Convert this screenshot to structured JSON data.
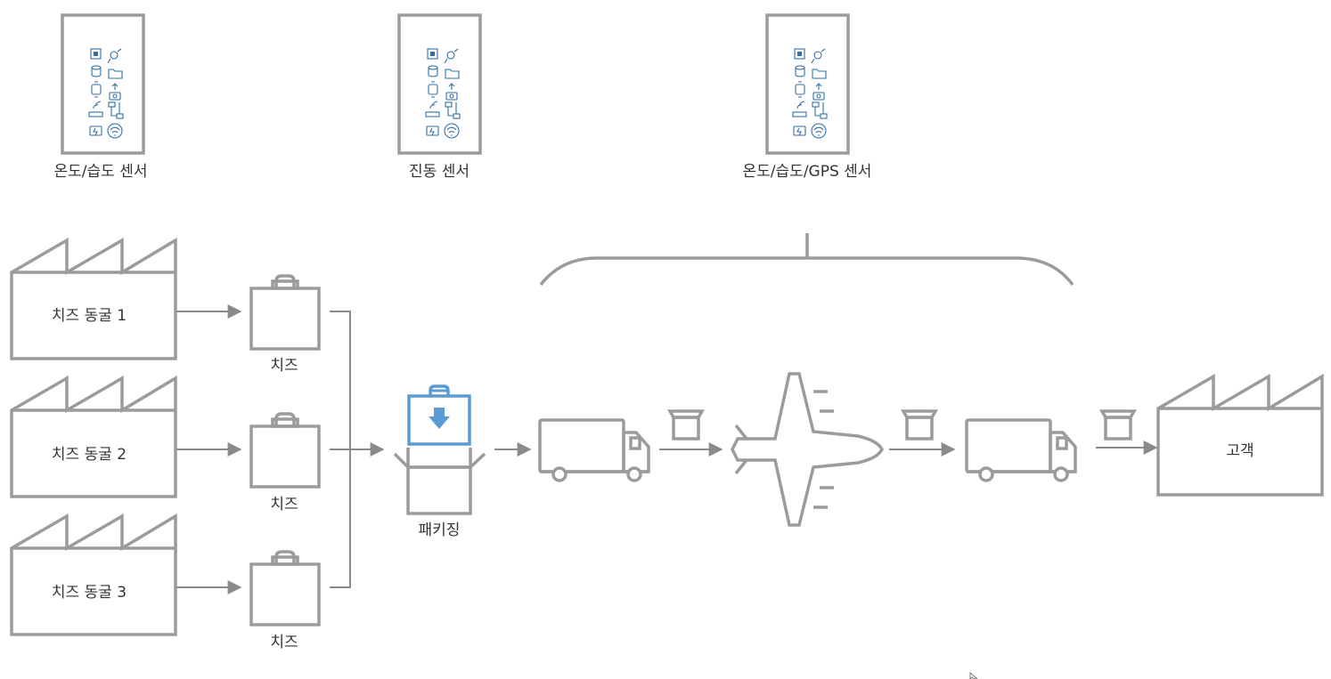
{
  "sensors": [
    {
      "label": "온도/습도 센서"
    },
    {
      "label": "진동 센서"
    },
    {
      "label": "온도/습도/GPS 센서"
    }
  ],
  "factories": [
    {
      "label": "치즈 동굴 1"
    },
    {
      "label": "치즈 동굴 2"
    },
    {
      "label": "치즈 동굴 3"
    }
  ],
  "product_label": "치즈",
  "packaging_label": "패키징",
  "customer_label": "고객",
  "colors": {
    "stroke": "#9b9b9b",
    "accent": "#5b9bd5",
    "icon": "#2e6fae",
    "text": "#333333"
  }
}
